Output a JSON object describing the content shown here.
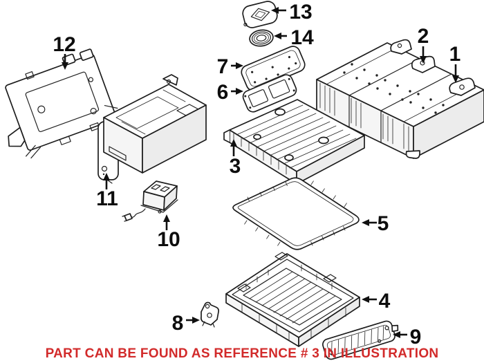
{
  "illustration": {
    "kind": "exploded-parts-diagram",
    "background": "#ffffff",
    "line_color": "#222222"
  },
  "callouts": [
    {
      "number": "1"
    },
    {
      "number": "2"
    },
    {
      "number": "3"
    },
    {
      "number": "4"
    },
    {
      "number": "5"
    },
    {
      "number": "6"
    },
    {
      "number": "7"
    },
    {
      "number": "8"
    },
    {
      "number": "9"
    },
    {
      "number": "10"
    },
    {
      "number": "11"
    },
    {
      "number": "12"
    },
    {
      "number": "13"
    },
    {
      "number": "14"
    }
  ],
  "footer": {
    "notice": "PART CAN BE FOUND AS REFERENCE # 3 IN ILLUSTRATION",
    "color": "#d22a2a"
  }
}
